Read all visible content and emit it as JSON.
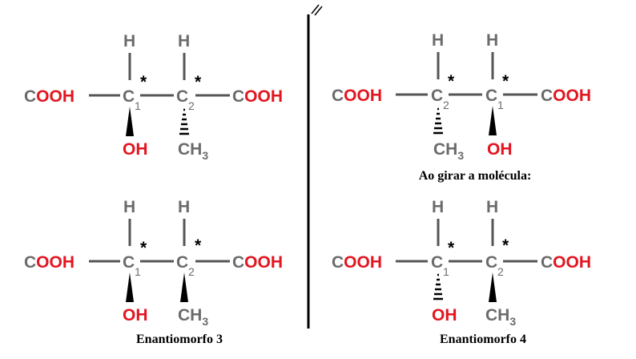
{
  "atoms": {
    "cooh_c": "C",
    "cooh_ooh": "OOH",
    "carbon": "C",
    "hydrogen": "H",
    "oh": "OH",
    "ch": "CH",
    "ch3_sub": "3",
    "chiral_mark": "*"
  },
  "molecules": [
    {
      "id": "top-left",
      "c_left_index": "1",
      "c_right_index": "2"
    },
    {
      "id": "top-right",
      "c_left_index": "2",
      "c_right_index": "1"
    },
    {
      "id": "bottom-left",
      "c_left_index": "1",
      "c_right_index": "2"
    },
    {
      "id": "bottom-right",
      "c_left_index": "1",
      "c_right_index": "2"
    }
  ],
  "captions": {
    "rotate_note": "Ao girar a molécula:",
    "enantiomer_left": "Enantiomorfo 3",
    "enantiomer_right": "Enantiomorfo 4"
  },
  "colors": {
    "carbon_gray": "#6b6b6b",
    "oxygen_red": "#e3151f",
    "bond": "#555555"
  }
}
